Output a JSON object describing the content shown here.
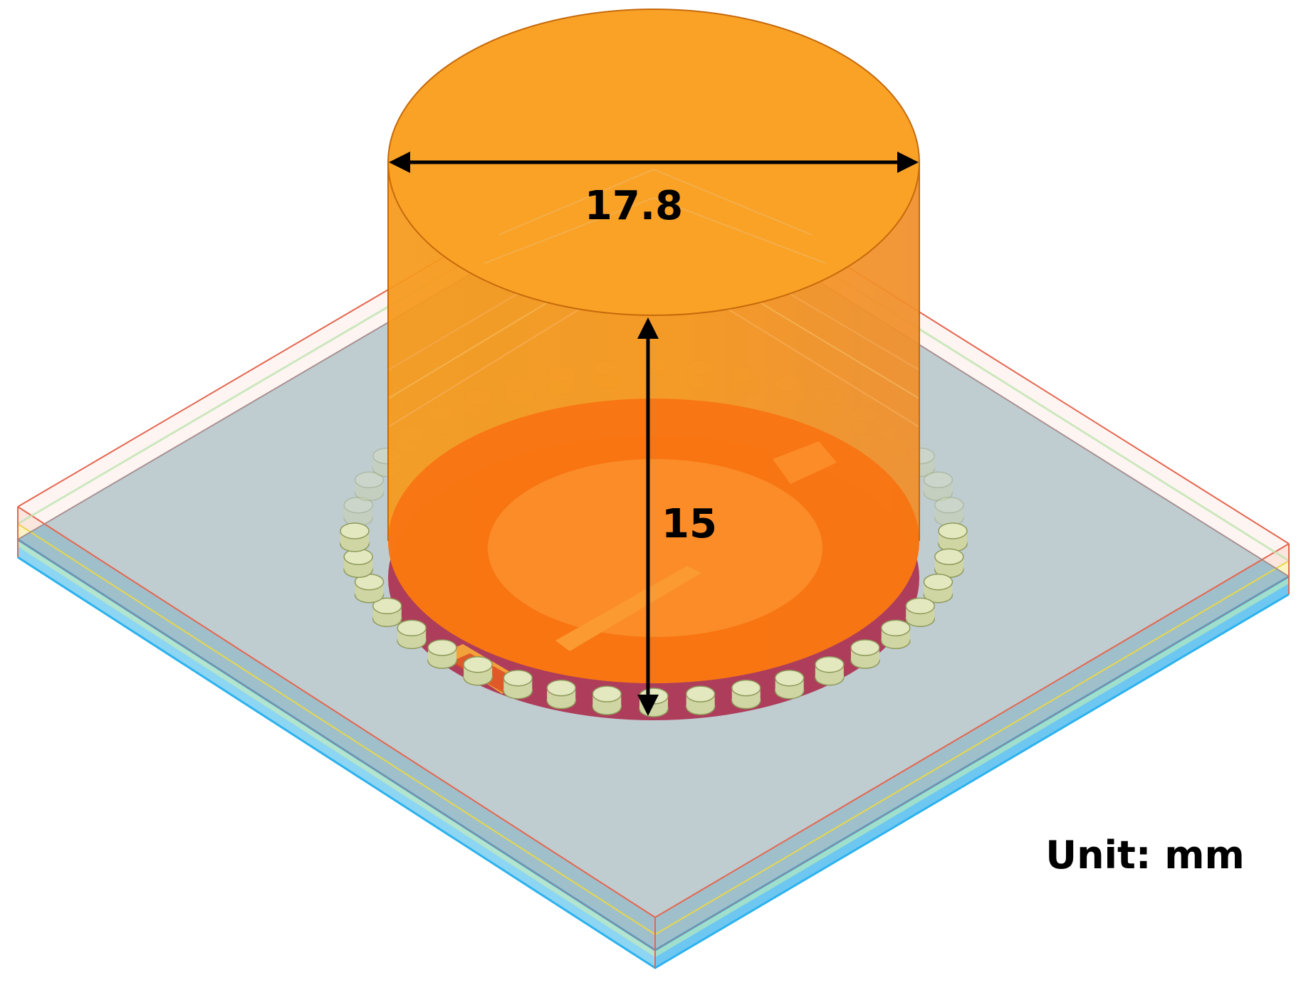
{
  "dimensions": {
    "diameter_label": "17.8",
    "height_label": "15"
  },
  "unit_label": "Unit: mm",
  "colors": {
    "background": "#ffffff",
    "cylinder_top": "#f9a226",
    "cylinder_body": "#f89414",
    "cylinder_outline": "#c66a0b",
    "disc_base": "#ad3d5b",
    "patch_inner": "#ff7a10",
    "via": "#cfd6a3",
    "via_outline": "#8e9a5a",
    "substrate_top": "#9fc0cb",
    "edge_blue": "#2cb2ee",
    "edge_green": "#9fe0b3",
    "edge_yellow": "#f4e36a",
    "edge_red": "#e4664f",
    "arrow": "#000000"
  },
  "via_count": 40
}
